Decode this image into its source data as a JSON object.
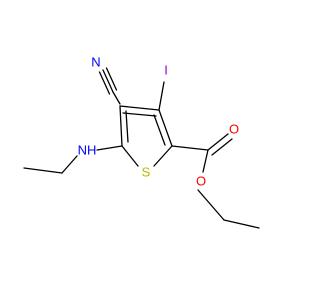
{
  "colors": {
    "bond": "#000000",
    "carbon": "#000000",
    "nitrogen": "#0000ff",
    "oxygen": "#ff0000",
    "sulfur": "#b8b800",
    "iodine": "#9400d3"
  },
  "labels": {
    "nitrile_n": "N",
    "iodine": "I",
    "amine_nh": "NH",
    "sulfur": "S",
    "carbonyl_o": "O",
    "ester_o": "O"
  }
}
